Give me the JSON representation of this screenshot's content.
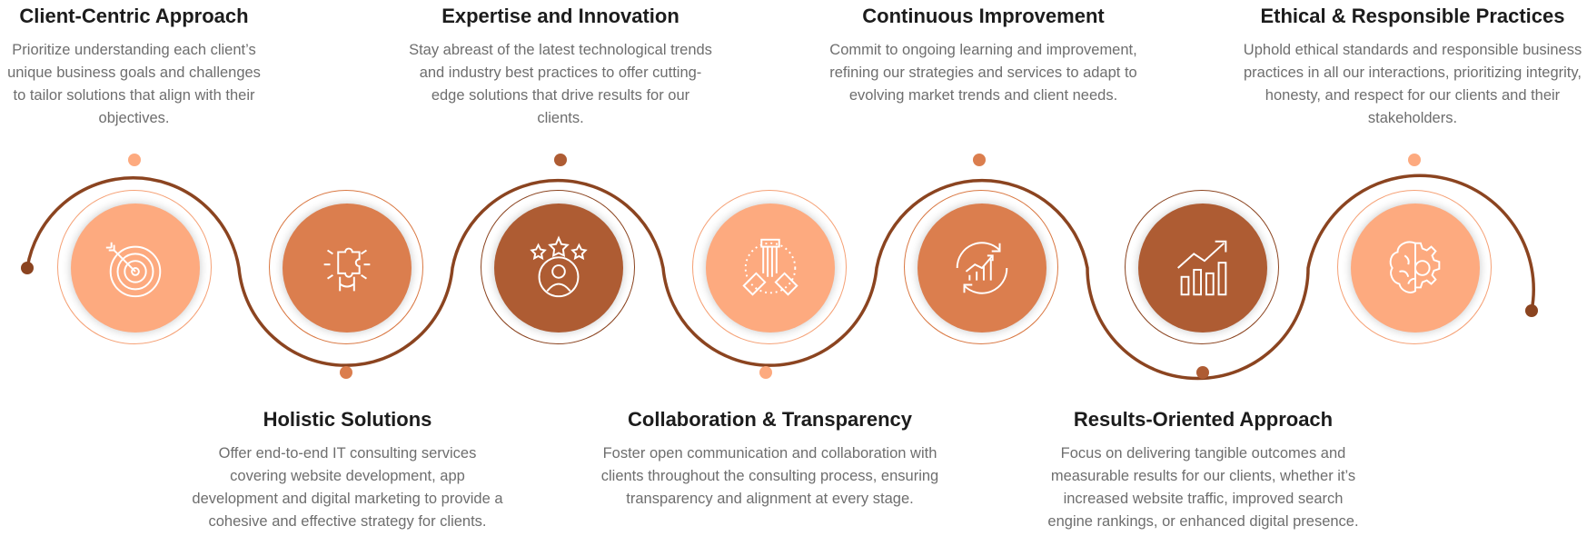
{
  "steps": [
    {
      "title": "Client-Centric Approach",
      "desc": "Prioritize understanding each client’s unique business goals and challenges to tailor solutions that align with their objectives.",
      "icon": "target-icon",
      "color": "#FDAA7F"
    },
    {
      "title": "Holistic Solutions",
      "desc": "Offer end-to-end IT consulting services covering website development, app development and digital marketing to provide a cohesive and effective strategy for clients.",
      "icon": "puzzle-hand-icon",
      "color": "#DB7E4E"
    },
    {
      "title": "Expertise and Innovation",
      "desc": "Stay abreast of the latest technological trends and industry best practices to offer cutting-edge solutions that drive results for our clients.",
      "icon": "star-user-icon",
      "color": "#AE5C33"
    },
    {
      "title": "Collaboration & Transparency",
      "desc": "Foster open communication and collaboration with clients throughout the consulting process, ensuring transparency and alignment at every stage.",
      "icon": "hands-together-icon",
      "color": "#FDAA7F"
    },
    {
      "title": "Continuous Improvement",
      "desc": "Commit to ongoing learning and improvement, refining our strategies and services to adapt to evolving market trends and client needs.",
      "icon": "growth-cycle-icon",
      "color": "#DB7E4E"
    },
    {
      "title": "Results-Oriented Approach",
      "desc": "Focus on delivering tangible outcomes and measurable results for our clients, whether it’s increased website traffic, improved search engine rankings, or enhanced digital presence.",
      "icon": "bar-chart-arrow-icon",
      "color": "#AE5C33"
    },
    {
      "title": "Ethical & Responsible Practices",
      "desc": "Uphold ethical standards and responsible business practices in all our interactions, prioritizing integrity, honesty, and respect for our clients and their stakeholders.",
      "icon": "brain-gear-icon",
      "color": "#FDAA7F"
    }
  ],
  "colors": {
    "line": "#8B4420",
    "ring_light": "#F5A176",
    "ring_mid": "#D97843",
    "ring_dark": "#8B4420"
  }
}
